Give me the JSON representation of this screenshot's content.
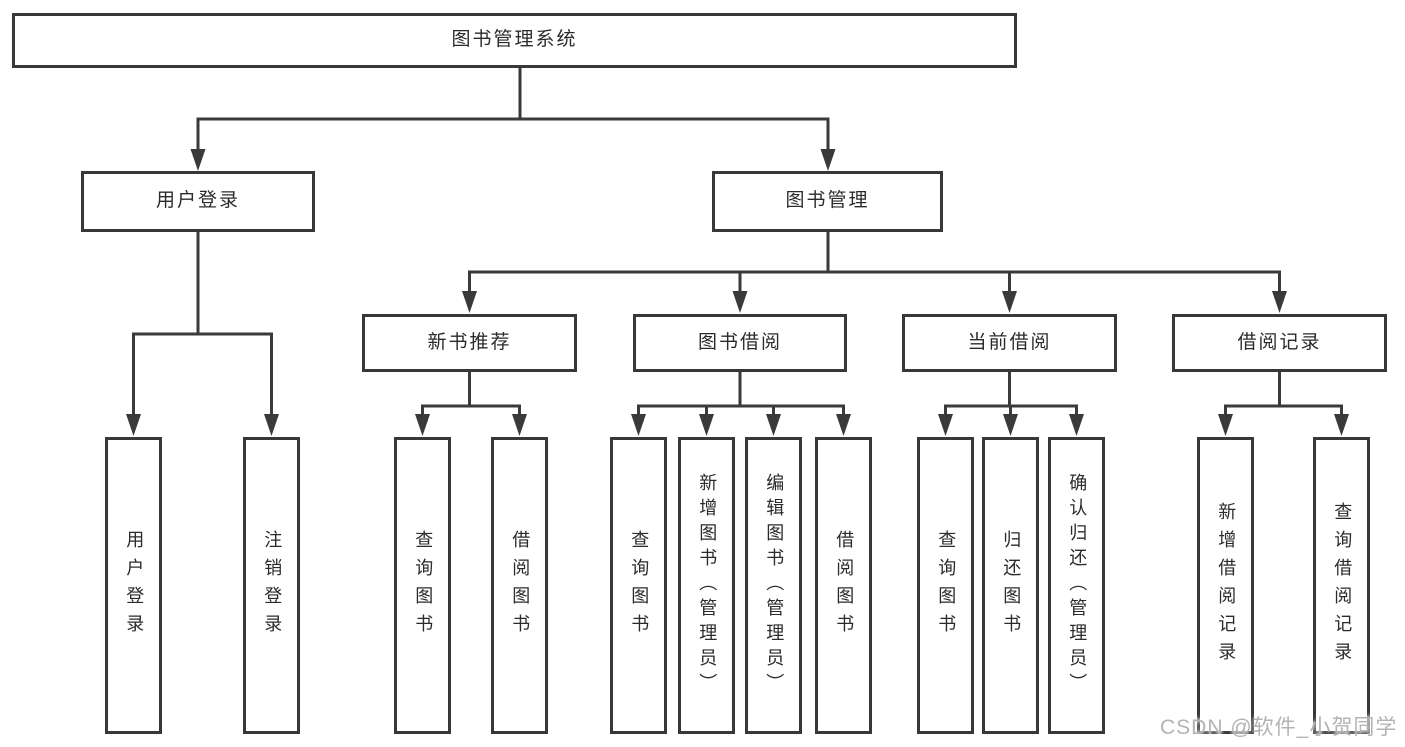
{
  "tree": {
    "label": "图书管理系统",
    "children": [
      {
        "label": "用户登录",
        "children": [
          {
            "label": "用户登录"
          },
          {
            "label": "注销登录"
          }
        ]
      },
      {
        "label": "图书管理",
        "children": [
          {
            "label": "新书推荐",
            "children": [
              {
                "label": "查询图书"
              },
              {
                "label": "借阅图书"
              }
            ]
          },
          {
            "label": "图书借阅",
            "children": [
              {
                "label": "查询图书"
              },
              {
                "label": "新增图书（管理员）"
              },
              {
                "label": "编辑图书（管理员）"
              },
              {
                "label": "借阅图书"
              }
            ]
          },
          {
            "label": "当前借阅",
            "children": [
              {
                "label": "查询图书"
              },
              {
                "label": "归还图书"
              },
              {
                "label": "确认归还（管理员）"
              }
            ]
          },
          {
            "label": "借阅记录",
            "children": [
              {
                "label": "新增借阅记录"
              },
              {
                "label": "查询借阅记录"
              }
            ]
          }
        ]
      }
    ]
  },
  "watermark": {
    "text": "CSDN @软件_小贺同学"
  },
  "colors": {
    "line": "#3a3a3a",
    "box_border": "#383838",
    "text": "#2b2b2b",
    "watermark": "#b3b3b3",
    "background": "#ffffff"
  }
}
